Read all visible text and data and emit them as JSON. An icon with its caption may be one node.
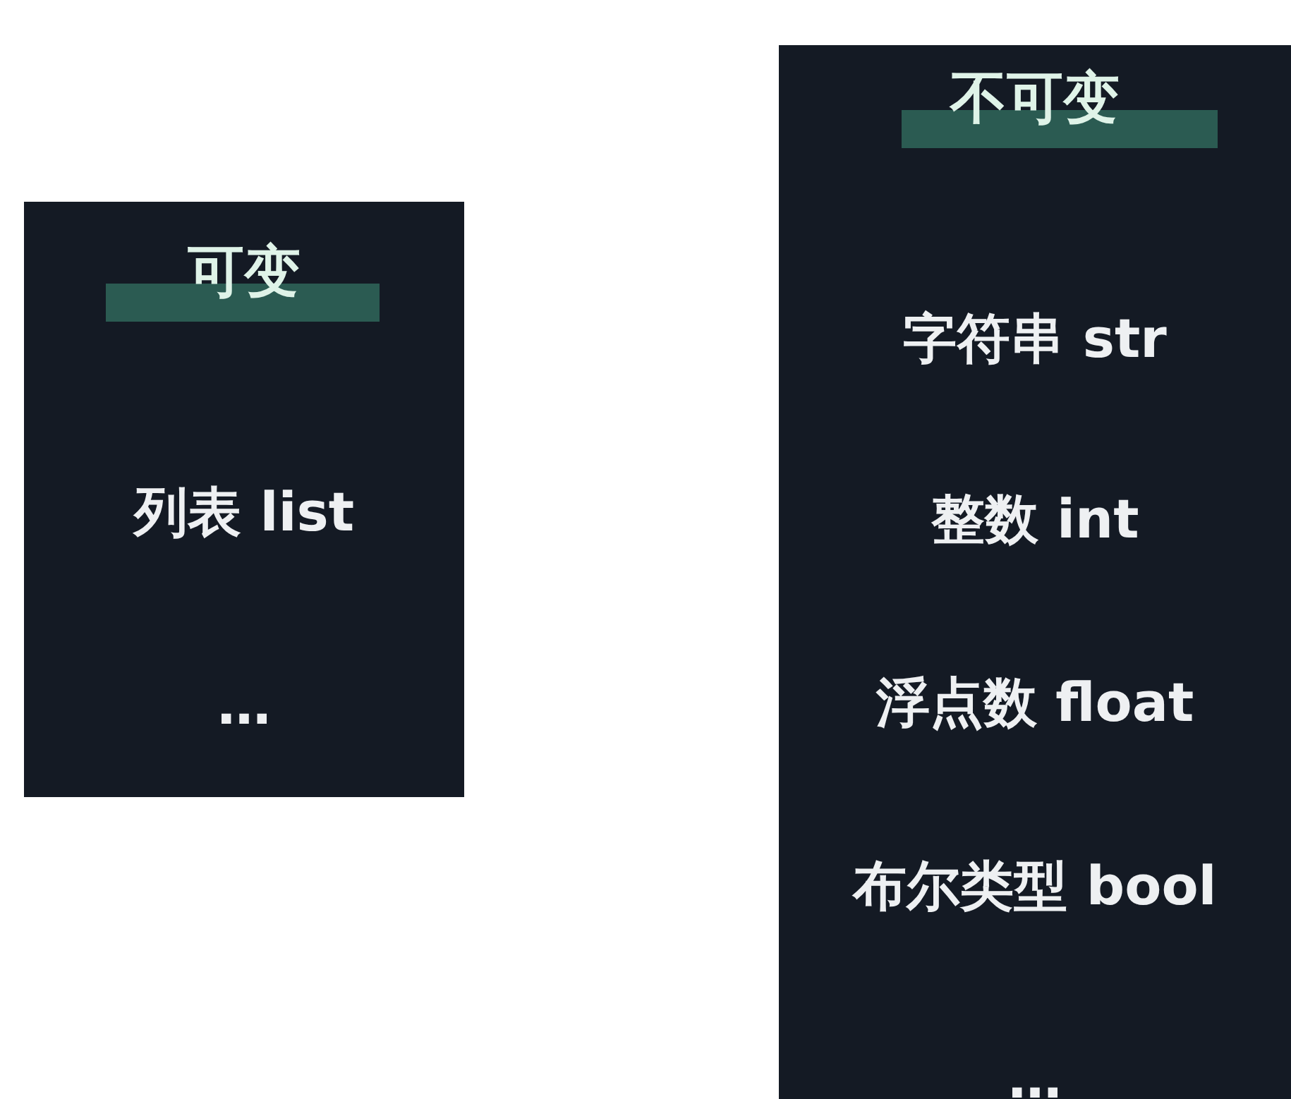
{
  "diagram": {
    "nodes": [
      {
        "text": [
          "可变",
          "列表 list",
          "…"
        ]
      },
      {
        "text": [
          "不可变",
          "字符串 str",
          "整数 int",
          "浮点数 float",
          "布尔类型 bool",
          "…"
        ]
      }
    ]
  }
}
